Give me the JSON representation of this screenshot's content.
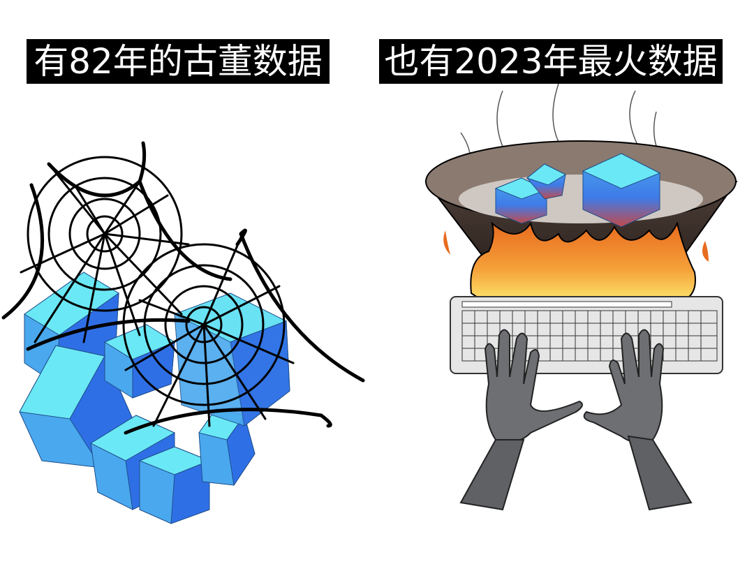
{
  "panels": {
    "left": {
      "caption": "有82年的古董数据",
      "scene": "pile of blue data cubes covered in spider webs"
    },
    "right": {
      "caption": "也有2023年最火数据",
      "scene": "blue data cubes boiling in a wok over fire, robot hands typing on a keyboard"
    }
  },
  "colors": {
    "caption_bg": "#000000",
    "caption_text": "#ffffff",
    "cube_light": "#6be8f5",
    "cube_mid": "#4aa8ee",
    "cube_dark": "#2f6fe6",
    "flame_orange": "#f08a2a",
    "flame_yellow": "#fde36a",
    "pan_dark": "#3a2f2b",
    "pan_rim": "#8a7a70",
    "robot_gray": "#6d6f73",
    "keyboard_gray": "#e6e6e6"
  }
}
